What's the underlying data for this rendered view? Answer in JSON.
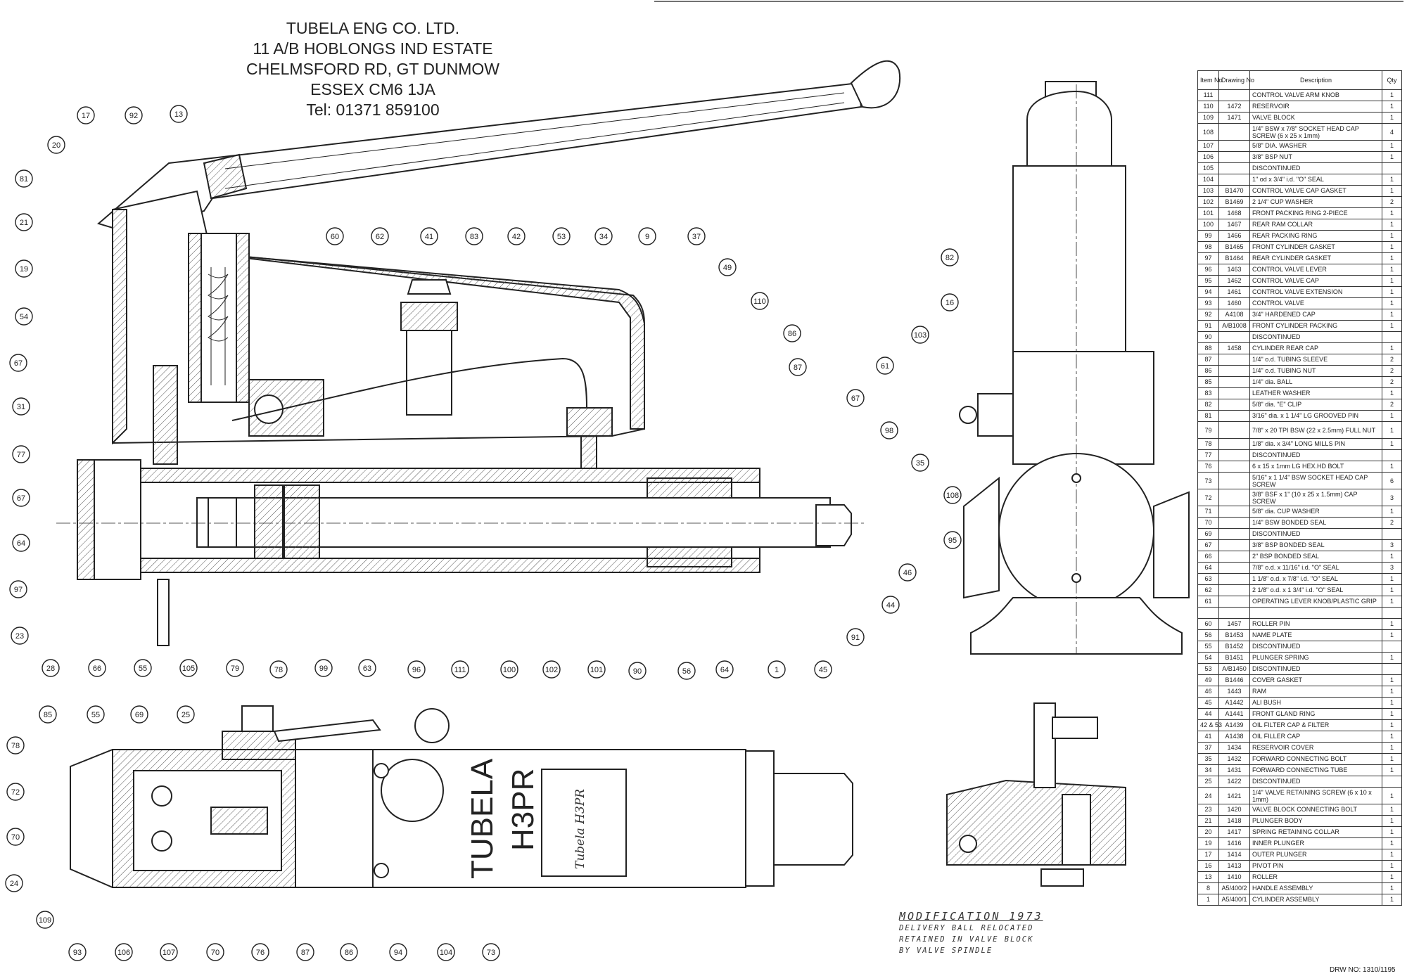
{
  "company": {
    "name": "TUBELA ENG CO. LTD.",
    "address1": "11 A/B HOBLONGS IND ESTATE",
    "address2": "CHELMSFORD RD, GT DUNMOW",
    "address3": "ESSEX CM6 1JA",
    "tel": "Tel: 01371 859100"
  },
  "engraving": {
    "brand": "TUBELA",
    "model": "H3PR",
    "plate": "Tubela  H3PR"
  },
  "modification": {
    "title": "MODIFICATION   1973",
    "line1": "DELIVERY BALL RELOCATED",
    "line2": "RETAINED IN VALVE BLOCK",
    "line3": "BY VALVE SPINDLE"
  },
  "drawing_number": "DRW NO: 1310/1195",
  "parts_table": {
    "headers": {
      "item": "Item No",
      "drawing": "Drawing No",
      "description": "Description",
      "qty": "Qty"
    },
    "rows": [
      {
        "item": "111",
        "drawing": "",
        "desc": "CONTROL VALVE ARM KNOB",
        "qty": "1"
      },
      {
        "item": "110",
        "drawing": "1472",
        "desc": "RESERVOIR",
        "qty": "1"
      },
      {
        "item": "109",
        "drawing": "1471",
        "desc": "VALVE BLOCK",
        "qty": "1"
      },
      {
        "item": "108",
        "drawing": "",
        "desc": "1/4\" BSW x 7/8\" SOCKET HEAD CAP SCREW (6 x 25 x 1mm)",
        "qty": "4"
      },
      {
        "item": "107",
        "drawing": "",
        "desc": "5/8\" DIA. WASHER",
        "qty": "1"
      },
      {
        "item": "106",
        "drawing": "",
        "desc": "3/8\" BSP NUT",
        "qty": "1"
      },
      {
        "item": "105",
        "drawing": "",
        "desc": "DISCONTINUED",
        "qty": ""
      },
      {
        "item": "104",
        "drawing": "",
        "desc": "1\" od x 3/4\" i.d. \"O\" SEAL",
        "qty": "1"
      },
      {
        "item": "103",
        "drawing": "B1470",
        "desc": "CONTROL VALVE CAP GASKET",
        "qty": "1"
      },
      {
        "item": "102",
        "drawing": "B1469",
        "desc": "2 1/4\" CUP WASHER",
        "qty": "2"
      },
      {
        "item": "101",
        "drawing": "1468",
        "desc": "FRONT PACKING RING 2-PIECE",
        "qty": "1"
      },
      {
        "item": "100",
        "drawing": "1467",
        "desc": "REAR RAM COLLAR",
        "qty": "1"
      },
      {
        "item": "99",
        "drawing": "1466",
        "desc": "REAR PACKING RING",
        "qty": "1"
      },
      {
        "item": "98",
        "drawing": "B1465",
        "desc": "FRONT CYLINDER GASKET",
        "qty": "1"
      },
      {
        "item": "97",
        "drawing": "B1464",
        "desc": "REAR CYLINDER GASKET",
        "qty": "1"
      },
      {
        "item": "96",
        "drawing": "1463",
        "desc": "CONTROL VALVE LEVER",
        "qty": "1"
      },
      {
        "item": "95",
        "drawing": "1462",
        "desc": "CONTROL VALVE CAP",
        "qty": "1"
      },
      {
        "item": "94",
        "drawing": "1461",
        "desc": "CONTROL VALVE EXTENSION",
        "qty": "1"
      },
      {
        "item": "93",
        "drawing": "1460",
        "desc": "CONTROL VALVE",
        "qty": "1"
      },
      {
        "item": "92",
        "drawing": "A4108",
        "desc": "3/4\" HARDENED CAP",
        "qty": "1"
      },
      {
        "item": "91",
        "drawing": "A/B1008",
        "desc": "FRONT CYLINDER PACKING",
        "qty": "1"
      },
      {
        "item": "90",
        "drawing": "",
        "desc": "DISCONTINUED",
        "qty": ""
      },
      {
        "item": "88",
        "drawing": "1458",
        "desc": "CYLINDER REAR CAP",
        "qty": "1"
      },
      {
        "item": "87",
        "drawing": "",
        "desc": "1/4\" o.d. TUBING SLEEVE",
        "qty": "2"
      },
      {
        "item": "86",
        "drawing": "",
        "desc": "1/4\" o.d. TUBING NUT",
        "qty": "2"
      },
      {
        "item": "85",
        "drawing": "",
        "desc": "1/4\" dia. BALL",
        "qty": "2"
      },
      {
        "item": "83",
        "drawing": "",
        "desc": "LEATHER WASHER",
        "qty": "1"
      },
      {
        "item": "82",
        "drawing": "",
        "desc": "5/8\" dia. \"E\" CLIP",
        "qty": "2"
      },
      {
        "item": "81",
        "drawing": "",
        "desc": "3/16\" dia. x 1 1/4\" LG GROOVED PIN",
        "qty": "1"
      },
      {
        "item": "79",
        "drawing": "",
        "desc": "7/8\" x 20 TPI BSW (22 x 2.5mm) FULL NUT",
        "qty": "1"
      },
      {
        "item": "78",
        "drawing": "",
        "desc": "1/8\" dia. x 3/4\" LONG MILLS PIN",
        "qty": "1"
      },
      {
        "item": "77",
        "drawing": "",
        "desc": "DISCONTINUED",
        "qty": ""
      },
      {
        "item": "76",
        "drawing": "",
        "desc": "6 x 15 x 1mm LG HEX.HD BOLT",
        "qty": "1"
      },
      {
        "item": "73",
        "drawing": "",
        "desc": "5/16\" x 1 1/4\" BSW SOCKET HEAD CAP SCREW",
        "qty": "6"
      },
      {
        "item": "72",
        "drawing": "",
        "desc": "3/8\" BSF x 1\" (10 x 25 x 1.5mm) CAP SCREW",
        "qty": "3"
      },
      {
        "item": "71",
        "drawing": "",
        "desc": "5/8\" dia. CUP WASHER",
        "qty": "1"
      },
      {
        "item": "70",
        "drawing": "",
        "desc": "1/4\" BSW BONDED SEAL",
        "qty": "2"
      },
      {
        "item": "69",
        "drawing": "",
        "desc": "DISCONTINUED",
        "qty": ""
      },
      {
        "item": "67",
        "drawing": "",
        "desc": "3/8\" BSP BONDED SEAL",
        "qty": "3"
      },
      {
        "item": "66",
        "drawing": "",
        "desc": "2\" BSP BONDED SEAL",
        "qty": "1"
      },
      {
        "item": "64",
        "drawing": "",
        "desc": "7/8\" o.d. x 11/16\" i.d. \"O\" SEAL",
        "qty": "3"
      },
      {
        "item": "63",
        "drawing": "",
        "desc": "1 1/8\" o.d. x 7/8\" i.d. \"O\" SEAL",
        "qty": "1"
      },
      {
        "item": "62",
        "drawing": "",
        "desc": "2 1/8\" o.d. x 1 3/4\" i.d. \"O\" SEAL",
        "qty": "1"
      },
      {
        "item": "61",
        "drawing": "",
        "desc": "OPERATING LEVER KNOB/PLASTIC GRIP",
        "qty": "1"
      },
      {
        "item": "",
        "drawing": "",
        "desc": "",
        "qty": ""
      },
      {
        "item": "60",
        "drawing": "1457",
        "desc": "ROLLER PIN",
        "qty": "1"
      },
      {
        "item": "56",
        "drawing": "B1453",
        "desc": "NAME PLATE",
        "qty": "1"
      },
      {
        "item": "55",
        "drawing": "B1452",
        "desc": "DISCONTINUED",
        "qty": ""
      },
      {
        "item": "54",
        "drawing": "B1451",
        "desc": "PLUNGER SPRING",
        "qty": "1"
      },
      {
        "item": "53",
        "drawing": "A/B1450",
        "desc": "DISCONTINUED",
        "qty": ""
      },
      {
        "item": "49",
        "drawing": "B1446",
        "desc": "COVER GASKET",
        "qty": "1"
      },
      {
        "item": "46",
        "drawing": "1443",
        "desc": "RAM",
        "qty": "1"
      },
      {
        "item": "45",
        "drawing": "A1442",
        "desc": "ALI BUSH",
        "qty": "1"
      },
      {
        "item": "44",
        "drawing": "A1441",
        "desc": "FRONT GLAND RING",
        "qty": "1"
      },
      {
        "item": "42 & 53",
        "drawing": "A1439",
        "desc": "OIL FILTER CAP & FILTER",
        "qty": "1"
      },
      {
        "item": "41",
        "drawing": "A1438",
        "desc": "OIL FILLER CAP",
        "qty": "1"
      },
      {
        "item": "37",
        "drawing": "1434",
        "desc": "RESERVOIR COVER",
        "qty": "1"
      },
      {
        "item": "35",
        "drawing": "1432",
        "desc": "FORWARD CONNECTING BOLT",
        "qty": "1"
      },
      {
        "item": "34",
        "drawing": "1431",
        "desc": "FORWARD CONNECTING TUBE",
        "qty": "1"
      },
      {
        "item": "25",
        "drawing": "1422",
        "desc": "DISCONTINUED",
        "qty": ""
      },
      {
        "item": "24",
        "drawing": "1421",
        "desc": "1/4\" VALVE RETAINING SCREW (6 x 10 x 1mm)",
        "qty": "1"
      },
      {
        "item": "23",
        "drawing": "1420",
        "desc": "VALVE BLOCK CONNECTING BOLT",
        "qty": "1"
      },
      {
        "item": "21",
        "drawing": "1418",
        "desc": "PLUNGER BODY",
        "qty": "1"
      },
      {
        "item": "20",
        "drawing": "1417",
        "desc": "SPRING RETAINING COLLAR",
        "qty": "1"
      },
      {
        "item": "19",
        "drawing": "1416",
        "desc": "INNER PLUNGER",
        "qty": "1"
      },
      {
        "item": "17",
        "drawing": "1414",
        "desc": "OUTER PLUNGER",
        "qty": "1"
      },
      {
        "item": "16",
        "drawing": "1413",
        "desc": "PIVOT PIN",
        "qty": "1"
      },
      {
        "item": "13",
        "drawing": "1410",
        "desc": "ROLLER",
        "qty": "1"
      },
      {
        "item": "8",
        "drawing": "A5/400/2",
        "desc": "HANDLE ASSEMBLY",
        "qty": "1"
      },
      {
        "item": "1",
        "drawing": "A5/400/1",
        "desc": "CYLINDER ASSEMBLY",
        "qty": "1"
      }
    ]
  },
  "callouts": {
    "main": [
      "17",
      "92",
      "13",
      "20",
      "81",
      "21",
      "19",
      "54",
      "67",
      "31",
      "77",
      "67",
      "64",
      "97",
      "23",
      "28",
      "66",
      "55",
      "105",
      "79",
      "99",
      "63",
      "100",
      "102",
      "101",
      "64",
      "1",
      "45",
      "91",
      "44",
      "46",
      "35",
      "98",
      "67",
      "87",
      "86",
      "110",
      "49",
      "37",
      "9",
      "34",
      "53",
      "42",
      "83",
      "41",
      "62",
      "60",
      "61"
    ],
    "side": [
      "82",
      "16",
      "103",
      "108",
      "95"
    ],
    "bottom": [
      "85",
      "55",
      "69",
      "25",
      "78",
      "96",
      "111",
      "90",
      "56",
      "78",
      "72",
      "70",
      "24",
      "109",
      "93",
      "106",
      "107",
      "70",
      "76",
      "87",
      "86",
      "94",
      "104",
      "73"
    ]
  }
}
